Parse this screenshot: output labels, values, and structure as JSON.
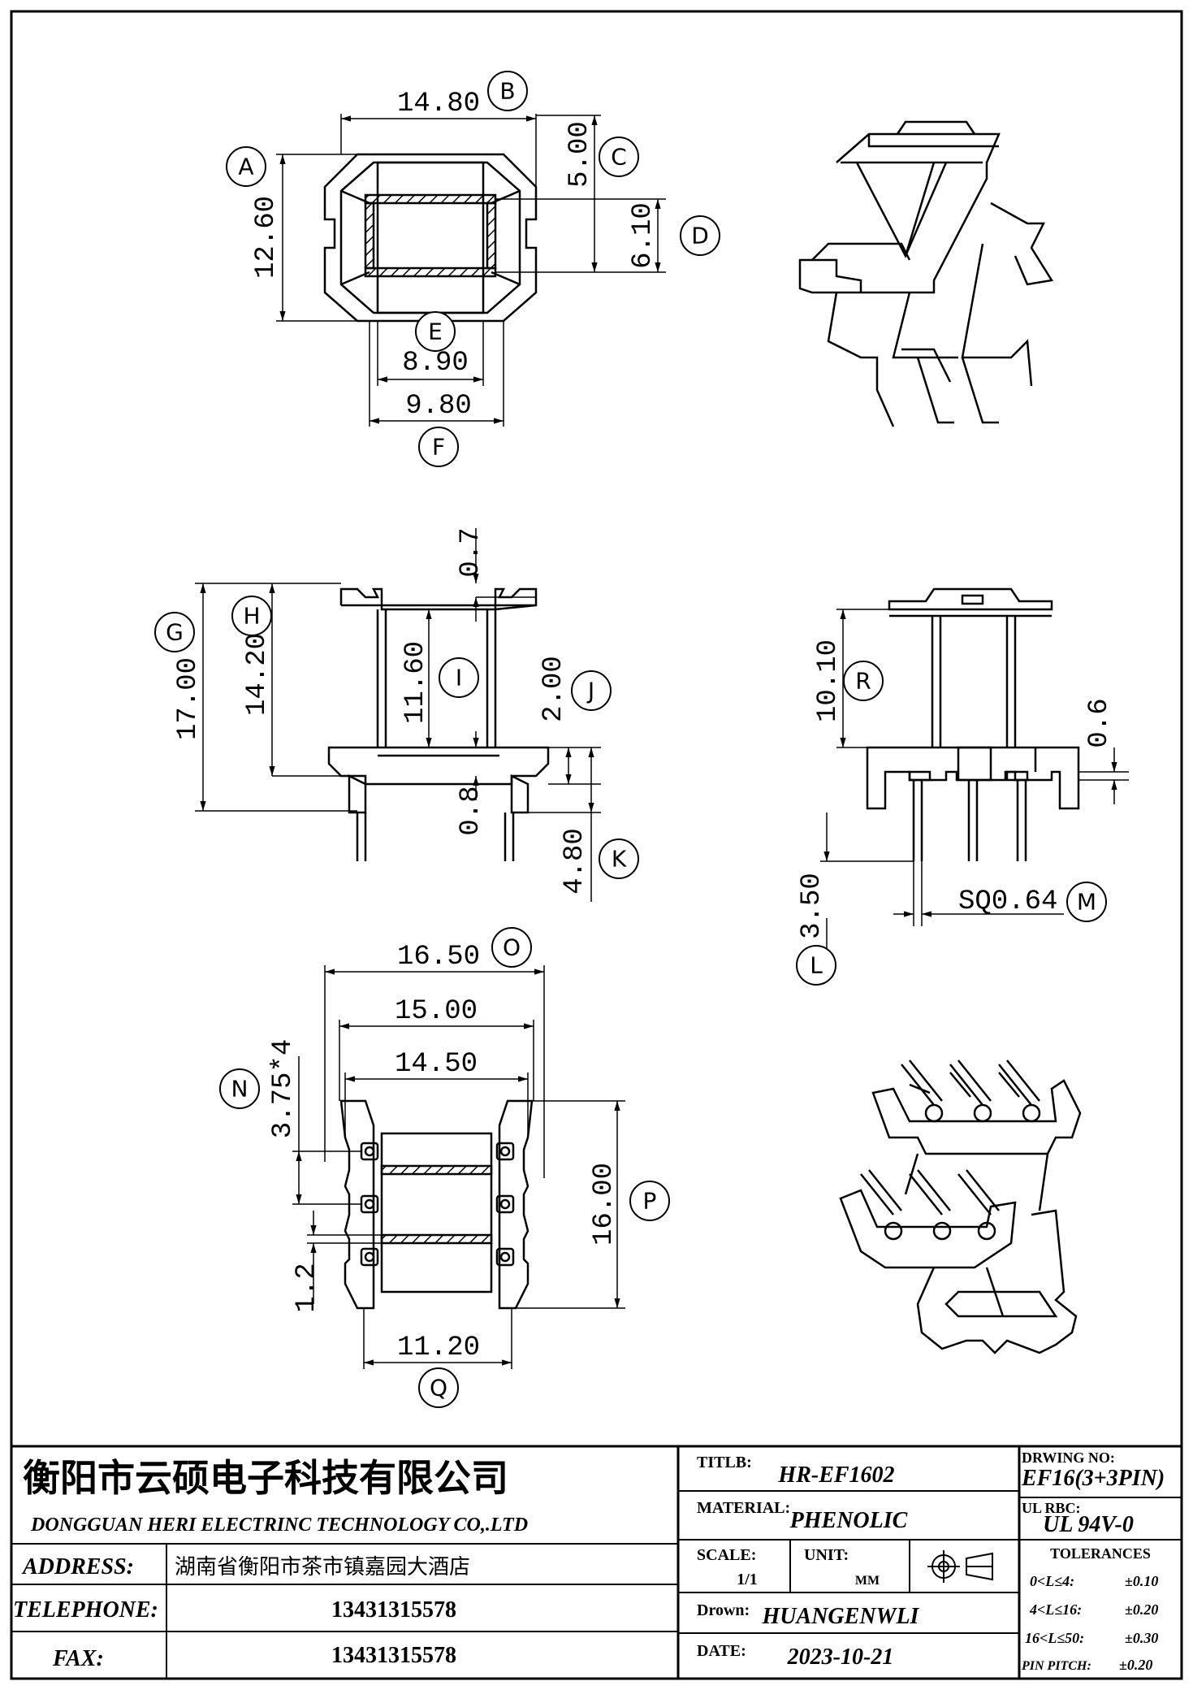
{
  "dimensions": {
    "A": {
      "tag": "A",
      "value": ""
    },
    "B": {
      "tag": "B",
      "value": "14.80"
    },
    "C": {
      "tag": "C",
      "value": "5.00"
    },
    "D": {
      "tag": "D",
      "value": "6.10"
    },
    "E": {
      "tag": "E",
      "value": "8.90"
    },
    "F": {
      "tag": "F",
      "value": "9.80"
    },
    "A_value": "12.60",
    "G": {
      "tag": "G",
      "value": "17.00"
    },
    "H": {
      "tag": "H",
      "value": "14.20"
    },
    "I": {
      "tag": "I",
      "value": "11.60"
    },
    "J": {
      "tag": "J",
      "value": "2.00"
    },
    "K": {
      "tag": "K",
      "value": "4.80"
    },
    "top_gap": "0.7",
    "bottom_gap": "0.8",
    "R": {
      "tag": "R",
      "value": "10.10"
    },
    "right_gap": "0.6",
    "L": {
      "tag": "L",
      "value": "3.50"
    },
    "M": {
      "tag": "M",
      "value": "SQ0.64"
    },
    "O": {
      "tag": "O",
      "value": "16.50"
    },
    "inner1": "15.00",
    "inner2": "14.50",
    "N": {
      "tag": "N",
      "value": "3.75*4"
    },
    "P": {
      "tag": "P",
      "value": "16.00"
    },
    "Q": {
      "tag": "Q",
      "value": "11.20"
    },
    "small": "1.2"
  },
  "title_block": {
    "company_cn": "衡阳市云硕电子科技有限公司",
    "company_en": "DONGGUAN HERI ELECTRINC TECHNOLOGY CO,.LTD",
    "address_label": "ADDRESS:",
    "address_value": "湖南省衡阳市茶市镇嘉园大酒店",
    "telephone_label": "TELEPHONE:",
    "telephone_value": "13431315578",
    "fax_label": "FAX:",
    "fax_value": "13431315578",
    "title_label": "TITLB:",
    "title_value": "HR-EF1602",
    "material_label": "MATERIAL:",
    "material_value": "PHENOLIC",
    "scale_label": "SCALE:",
    "scale_value": "1/1",
    "unit_label": "UNIT:",
    "unit_value": "MM",
    "drawn_label": "Drown:",
    "drawn_value": "HUANGENWLI",
    "date_label": "DATE:",
    "date_value": "2023-10-21",
    "drawing_no_label": "DRWING NO:",
    "drawing_no_value": "EF16(3+3PIN)",
    "ul_label": "UL RBC:",
    "ul_value": "UL 94V-0",
    "tolerances_label": "TOLERANCES",
    "tol1_range": "0<L≤4:",
    "tol1_value": "±0.10",
    "tol2_range": "4<L≤16:",
    "tol2_value": "±0.20",
    "tol3_range": "16<L≤50:",
    "tol3_value": "±0.30",
    "pin_pitch_label": "PIN PITCH:",
    "pin_pitch_value": "±0.20"
  }
}
